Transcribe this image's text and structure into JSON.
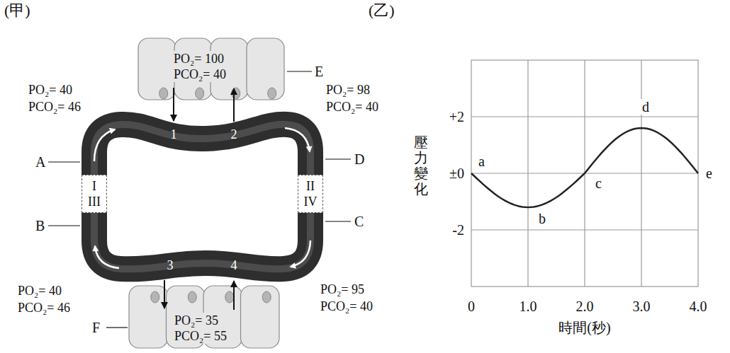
{
  "diagram": {
    "nodes": [
      {
        "text": [
          "PO₂= 100",
          "PCO₂= 40"
        ]
      },
      {
        "text": [
          "I",
          "III"
        ]
      },
      {
        "text": [
          "II",
          "IV"
        ]
      },
      {
        "text": [
          "PO₂= 35",
          "PCO₂= 55"
        ]
      }
    ],
    "labels": [
      "(甲)",
      "(乙)",
      "PO₂= 40",
      "PCO₂= 46",
      "PO₂= 98",
      "PCO₂= 40",
      "E",
      "A",
      "D",
      "1",
      "2",
      "B",
      "C",
      "3",
      "4",
      "PO₂= 40",
      "PCO₂= 46",
      "PO₂= 95",
      "PCO₂= 40",
      "F",
      "+2",
      "±0",
      "-2",
      "壓力變化",
      "0",
      "1.0",
      "2.0",
      "3.0",
      "4.0",
      "時間(秒)",
      "a",
      "b",
      "c",
      "d",
      "e"
    ]
  }
}
